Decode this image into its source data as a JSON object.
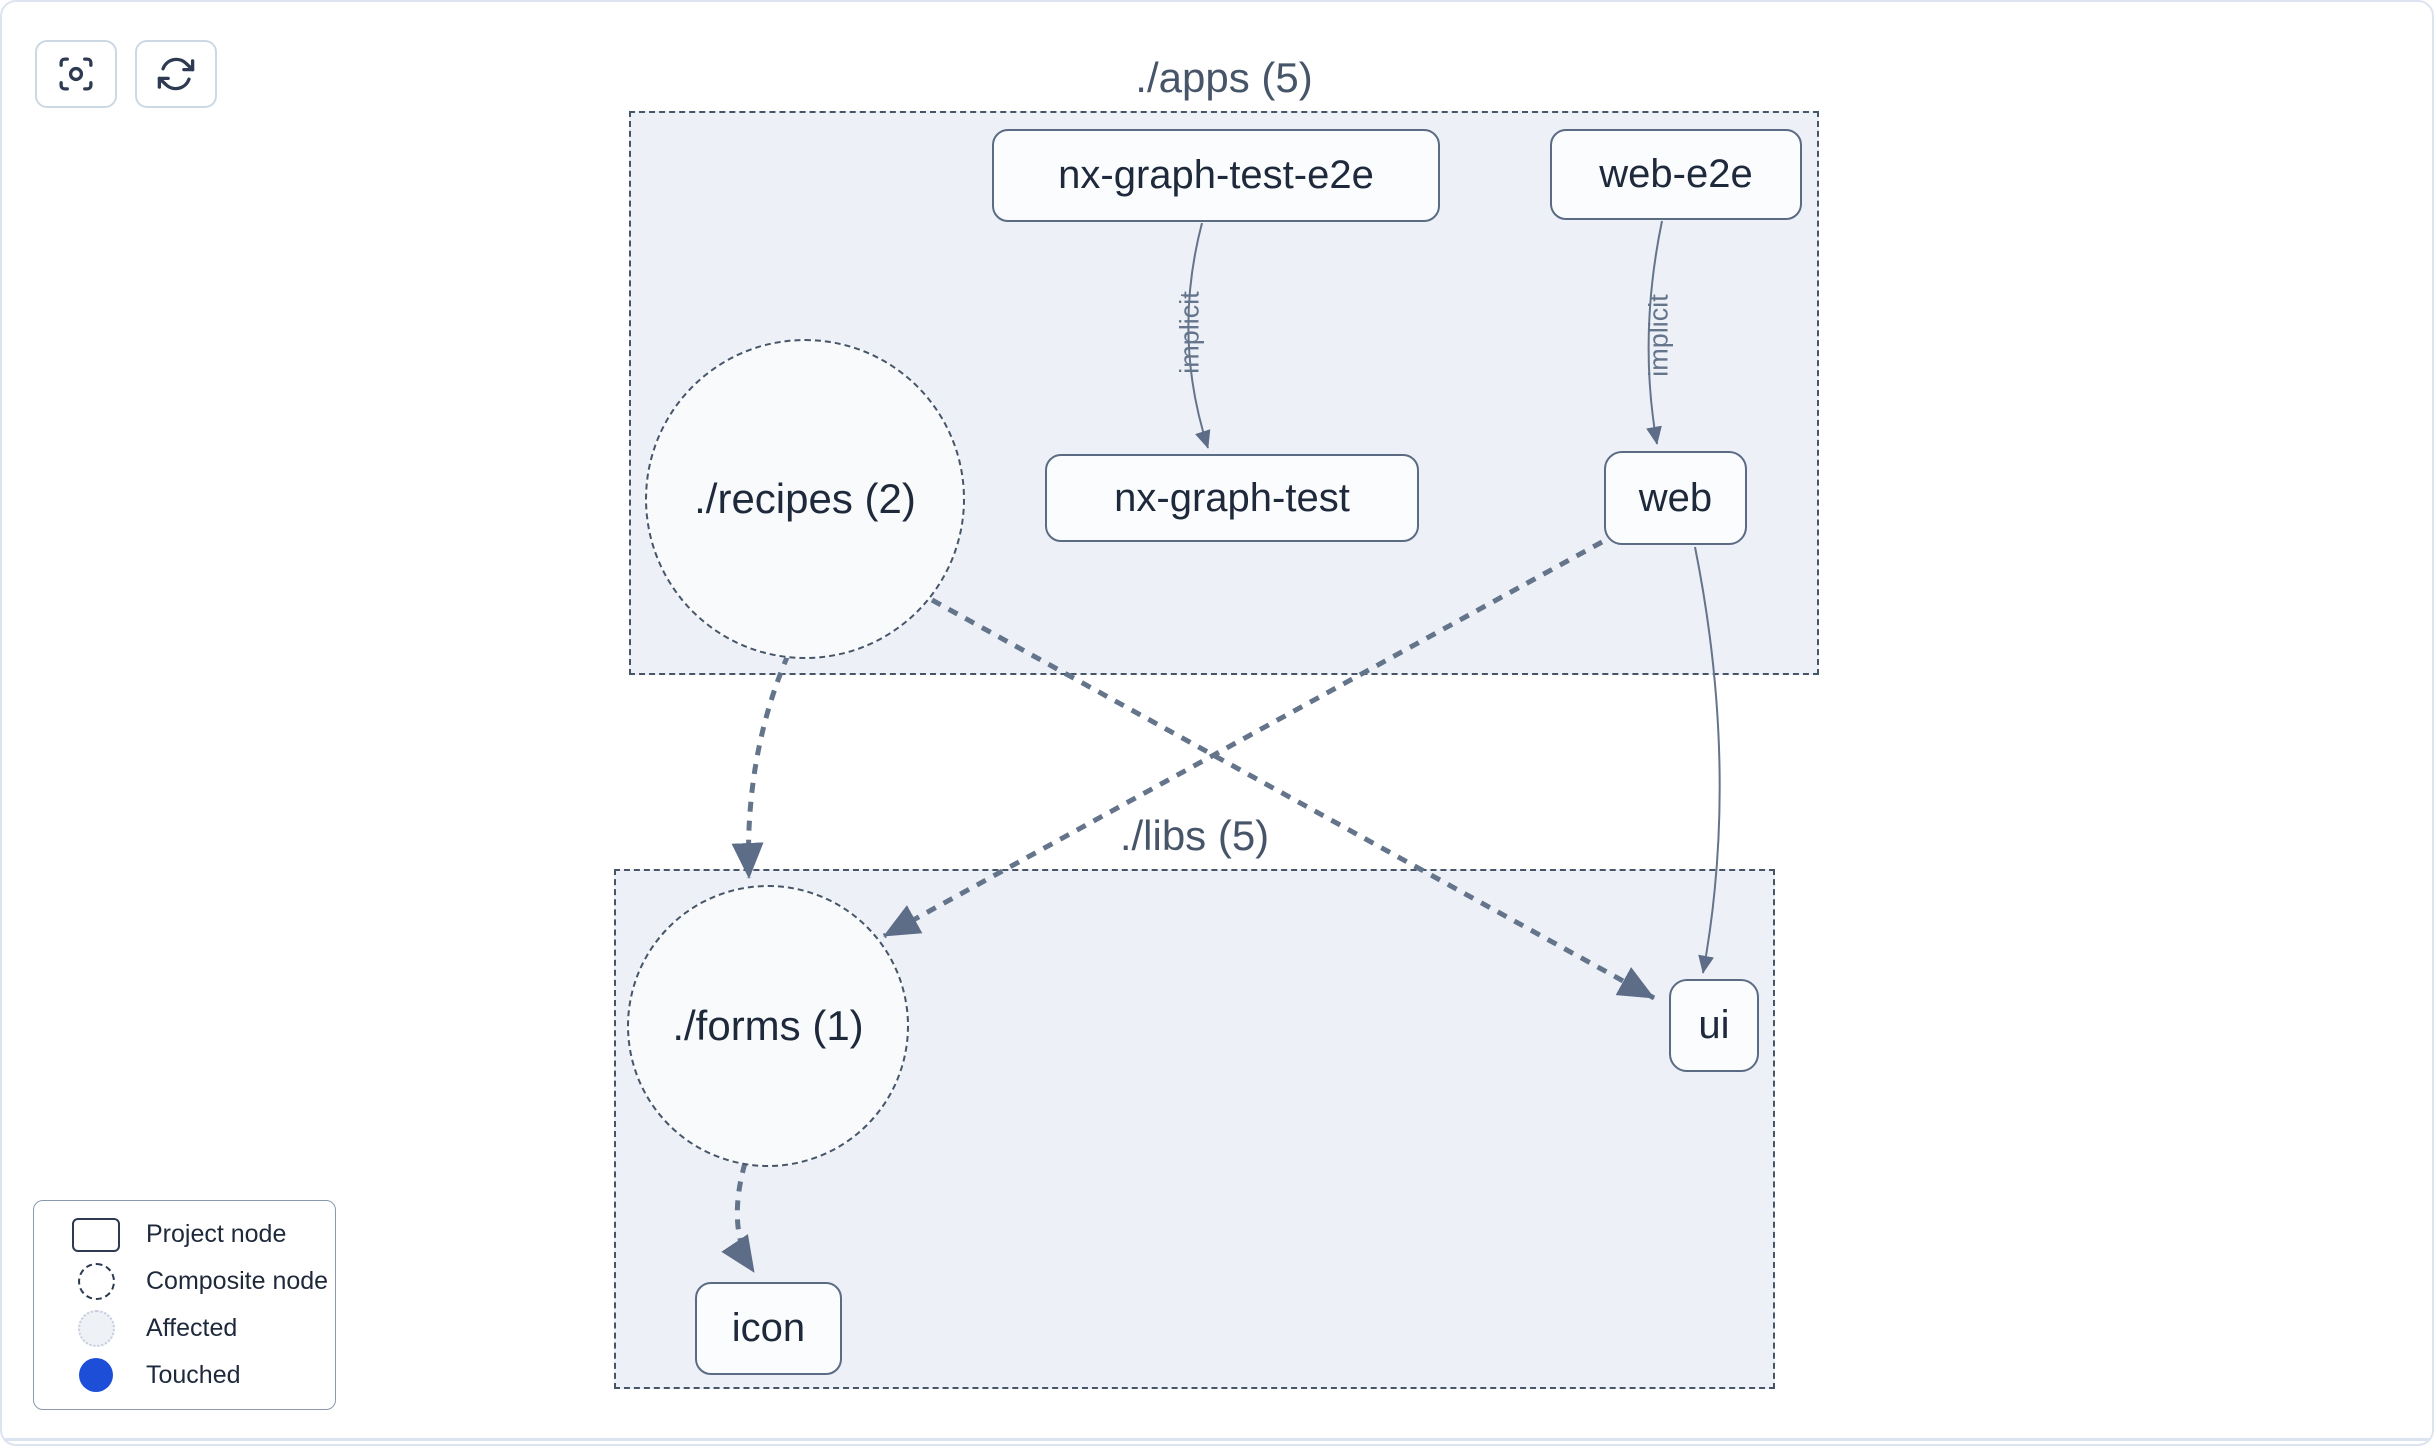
{
  "toolbar": {
    "buttons": [
      {
        "id": "focus",
        "icon": "focus-crosshair-icon"
      },
      {
        "id": "refresh",
        "icon": "refresh-icon"
      }
    ]
  },
  "graph": {
    "groups": [
      {
        "id": "apps",
        "label": "./apps (5)"
      },
      {
        "id": "libs",
        "label": "./libs (5)"
      }
    ],
    "nodes": [
      {
        "id": "nx-graph-test-e2e",
        "label": "nx-graph-test-e2e",
        "type": "project",
        "group": "apps"
      },
      {
        "id": "web-e2e",
        "label": "web-e2e",
        "type": "project",
        "group": "apps"
      },
      {
        "id": "recipes",
        "label": "./recipes (2)",
        "type": "composite",
        "group": "apps"
      },
      {
        "id": "nx-graph-test",
        "label": "nx-graph-test",
        "type": "project",
        "group": "apps"
      },
      {
        "id": "web",
        "label": "web",
        "type": "project",
        "group": "apps"
      },
      {
        "id": "forms",
        "label": "./forms (1)",
        "type": "composite",
        "group": "libs"
      },
      {
        "id": "ui",
        "label": "ui",
        "type": "project",
        "group": "libs"
      },
      {
        "id": "icon",
        "label": "icon",
        "type": "project",
        "group": "libs"
      }
    ],
    "edges": [
      {
        "from": "nx-graph-test-e2e",
        "to": "nx-graph-test",
        "label": "implicit",
        "style": "solid-thin"
      },
      {
        "from": "web-e2e",
        "to": "web",
        "label": "implicit",
        "style": "solid-thin"
      },
      {
        "from": "recipes",
        "to": "forms",
        "label": "",
        "style": "dashed-thick"
      },
      {
        "from": "recipes",
        "to": "ui",
        "label": "",
        "style": "dashed-thick"
      },
      {
        "from": "web",
        "to": "forms",
        "label": "",
        "style": "dashed-thick"
      },
      {
        "from": "web",
        "to": "ui",
        "label": "",
        "style": "solid-thin"
      },
      {
        "from": "forms",
        "to": "icon",
        "label": "",
        "style": "dashed-thick"
      }
    ]
  },
  "legend": {
    "items": [
      {
        "label": "Project node",
        "swatch": "project-rect-outline"
      },
      {
        "label": "Composite node",
        "swatch": "dashed-circle-outline"
      },
      {
        "label": "Affected",
        "swatch": "light-dotted-circle"
      },
      {
        "label": "Touched",
        "swatch": "solid-blue-circle"
      }
    ]
  },
  "colors": {
    "touched_blue": "#1d4ed8",
    "edge_slate": "#64748b",
    "group_fill": "#edf1f7",
    "group_border": "#475569",
    "node_text": "#1e293b"
  }
}
